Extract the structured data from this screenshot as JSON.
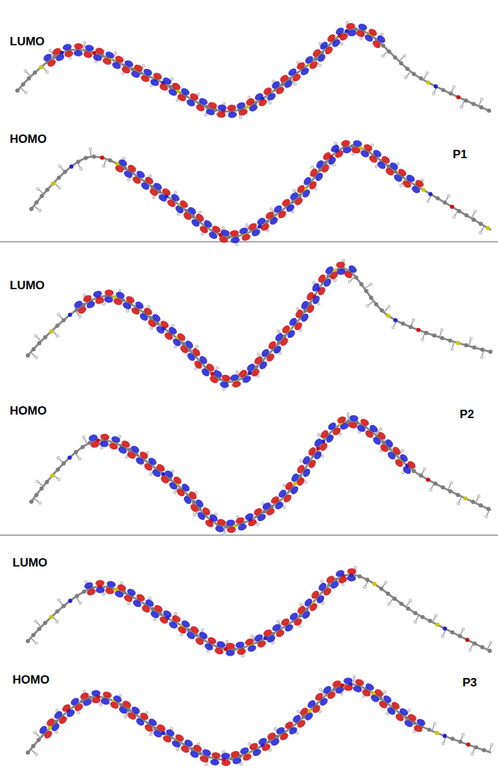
{
  "diagram": {
    "labels": [
      "LUMO",
      "HOMO",
      "P1",
      "LUMO",
      "HOMO",
      "P2",
      "LUMO",
      "HOMO",
      "P3"
    ]
  }
}
